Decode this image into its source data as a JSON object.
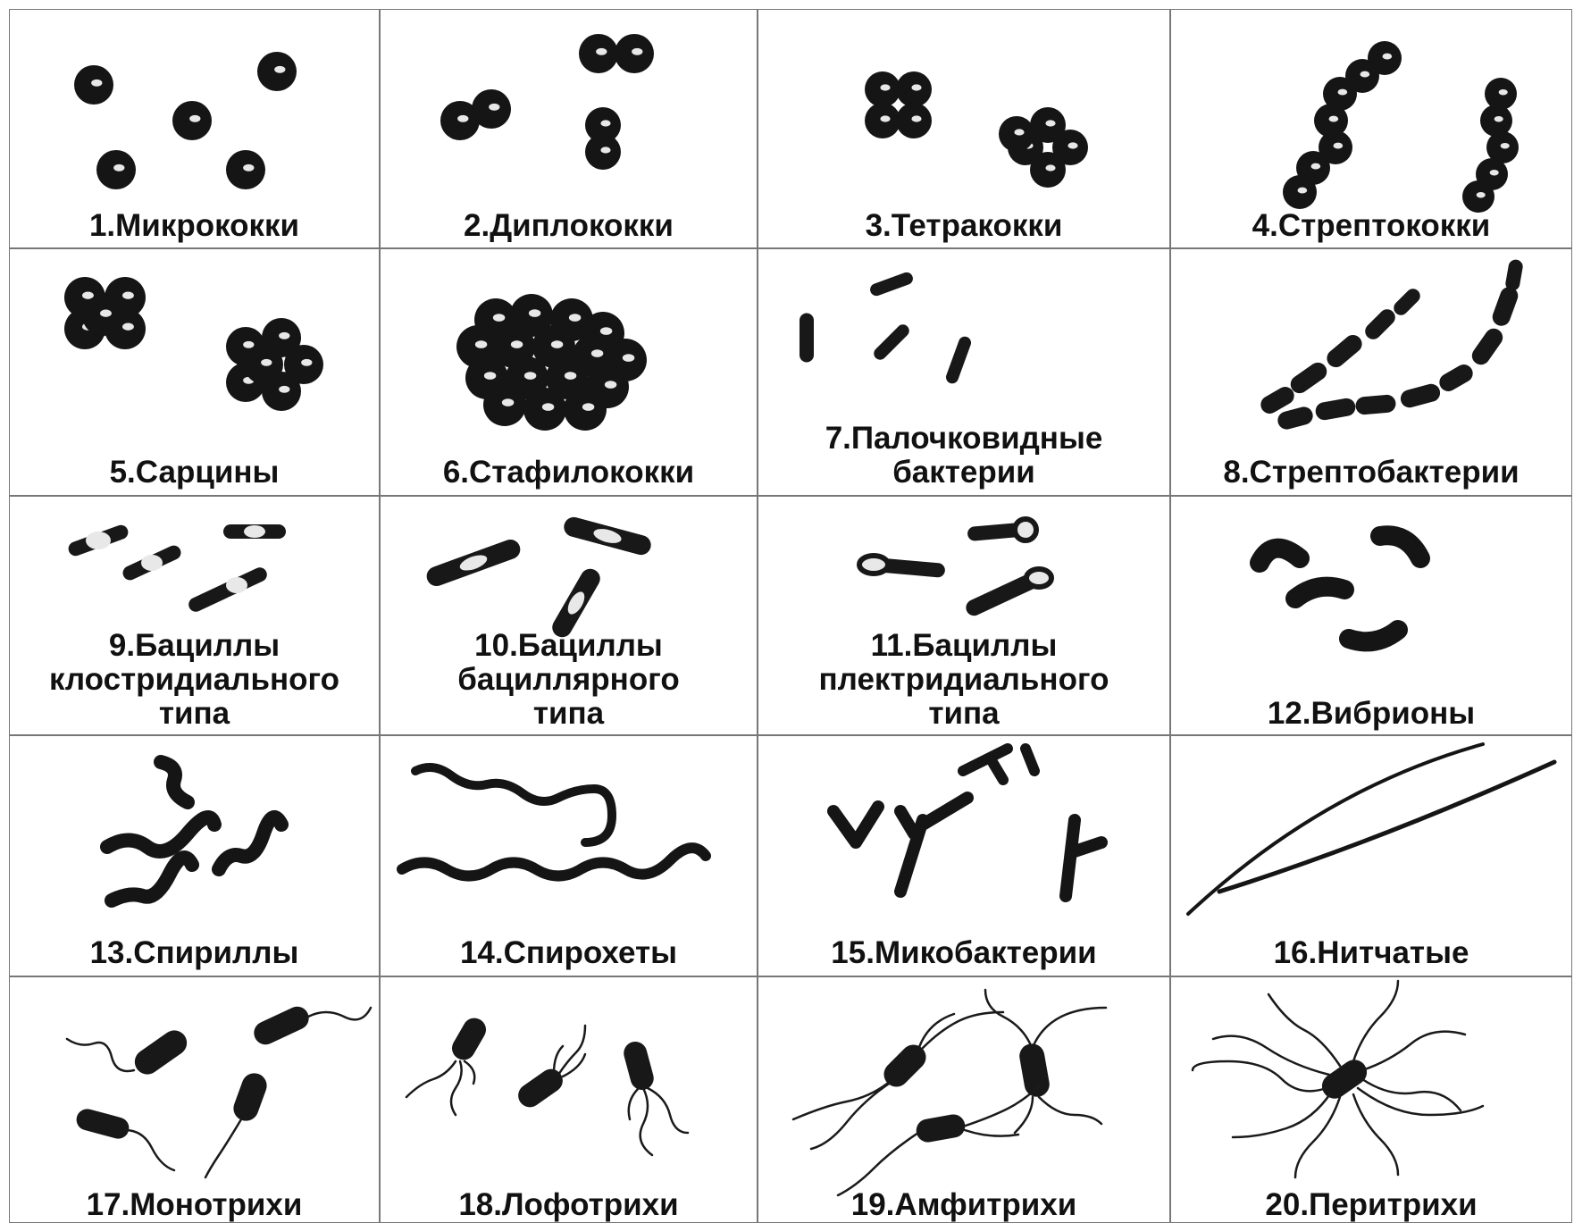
{
  "cells": [
    {
      "name": "cell-1",
      "label": "1.Микрококки",
      "shape": "cocci-single"
    },
    {
      "name": "cell-2",
      "label": "2.Диплококки",
      "shape": "cocci-pairs"
    },
    {
      "name": "cell-3",
      "label": "3.Тетракокки",
      "shape": "cocci-tetrads"
    },
    {
      "name": "cell-4",
      "label": "4.Стрептококки",
      "shape": "cocci-chains"
    },
    {
      "name": "cell-5",
      "label": "5.Сарцины",
      "shape": "cocci-packets"
    },
    {
      "name": "cell-6",
      "label": "6.Стафилококки",
      "shape": "cocci-cluster"
    },
    {
      "name": "cell-7",
      "label": "7.Палочковидные\nбактерии",
      "shape": "rods"
    },
    {
      "name": "cell-8",
      "label": "8.Стрептобактерии",
      "shape": "rod-chains"
    },
    {
      "name": "cell-9",
      "label": "9.Бациллы\nклостридиального\nтипа",
      "shape": "bacilli-clostridial"
    },
    {
      "name": "cell-10",
      "label": "10.Бациллы\nбациллярного\nтипа",
      "shape": "bacilli-bacillary"
    },
    {
      "name": "cell-11",
      "label": "11.Бациллы\nплектридиального\nтипа",
      "shape": "bacilli-plectridial"
    },
    {
      "name": "cell-12",
      "label": "12.Вибрионы",
      "shape": "vibrios"
    },
    {
      "name": "cell-13",
      "label": "13.Спириллы",
      "shape": "spirilla"
    },
    {
      "name": "cell-14",
      "label": "14.Спирохеты",
      "shape": "spirochetes"
    },
    {
      "name": "cell-15",
      "label": "15.Микобактерии",
      "shape": "mycobacteria"
    },
    {
      "name": "cell-16",
      "label": "16.Нитчатые",
      "shape": "filaments"
    },
    {
      "name": "cell-17",
      "label": "17.Монотрихи",
      "shape": "monotrichous"
    },
    {
      "name": "cell-18",
      "label": "18.Лофотрихи",
      "shape": "lophotrichous"
    },
    {
      "name": "cell-19",
      "label": "19.Амфитрихи",
      "shape": "amphitrichous"
    },
    {
      "name": "cell-20",
      "label": "20.Перитрихи",
      "shape": "peritrichous"
    }
  ]
}
